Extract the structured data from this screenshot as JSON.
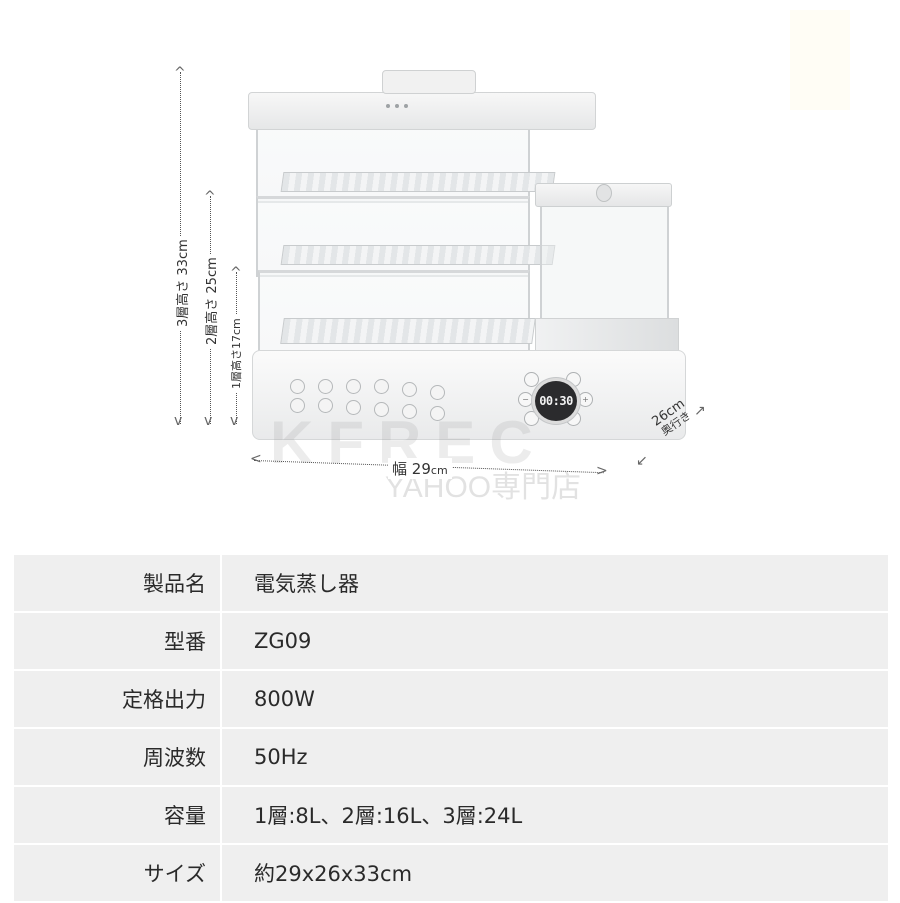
{
  "product_image": {
    "subject": "electric-steamer-3-tier",
    "display_time": "00:30",
    "dimensions": {
      "height_3_tier": "3層高さ 33cm",
      "height_2_tier": "2層高さ 25cm",
      "height_1_tier": "1層高さ17cm",
      "width_label": "幅",
      "width_value": "29",
      "width_unit": "cm",
      "depth_value": "26cm",
      "depth_label": "奥行き"
    },
    "watermark": {
      "brand": "KFREC",
      "store": "YAHOO専門店"
    }
  },
  "spec_table": {
    "rows": [
      {
        "label": "製品名",
        "value": "電気蒸し器"
      },
      {
        "label": "型番",
        "value": "ZG09"
      },
      {
        "label": "定格出力",
        "value": "800W"
      },
      {
        "label": "周波数",
        "value": "50Hz"
      },
      {
        "label": "容量",
        "value": "1層:8L、2層:16L、3層:24L"
      },
      {
        "label": "サイズ",
        "value": "約29x26x33cm"
      }
    ]
  },
  "colors": {
    "table_bg": "#efefef",
    "text": "#2a2a2a",
    "display_bg": "#2b2b2d"
  }
}
